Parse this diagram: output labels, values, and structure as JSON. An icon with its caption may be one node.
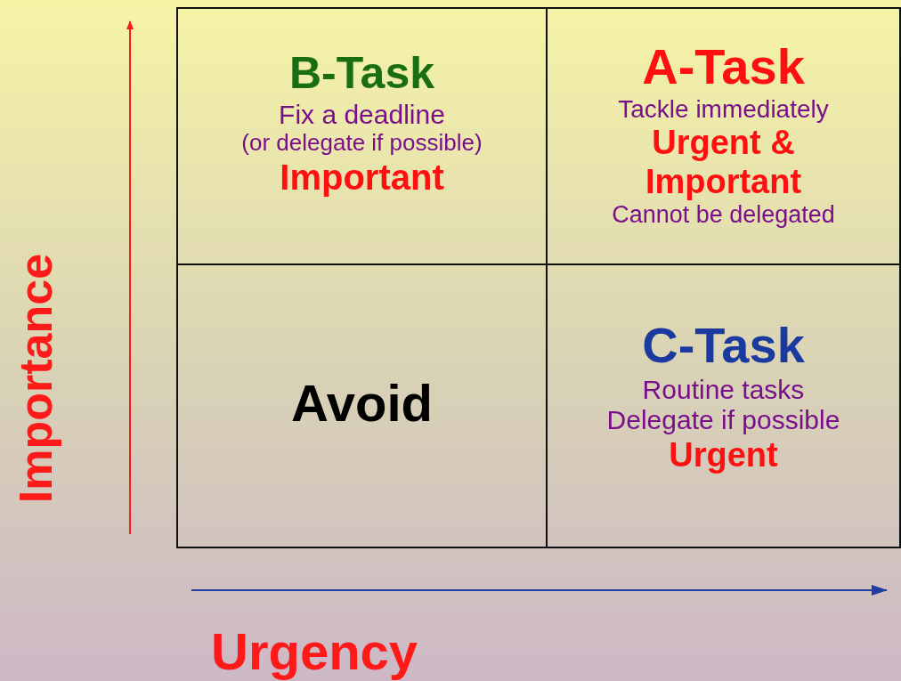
{
  "diagram": {
    "nodes": [
      {
        "text": [
          "B-Task",
          "Fix a deadline",
          "(or delegate if possible)",
          "Important"
        ]
      },
      {
        "text": [
          "A-Task",
          "Tackle immediately",
          "Urgent & Important",
          "Cannot be delegated"
        ]
      },
      {
        "text": [
          "Avoid"
        ]
      },
      {
        "text": [
          "C-Task",
          "Routine tasks",
          "Delegate if possible",
          "Urgent"
        ]
      }
    ],
    "labels": [
      "Importance",
      "Urgency"
    ]
  }
}
